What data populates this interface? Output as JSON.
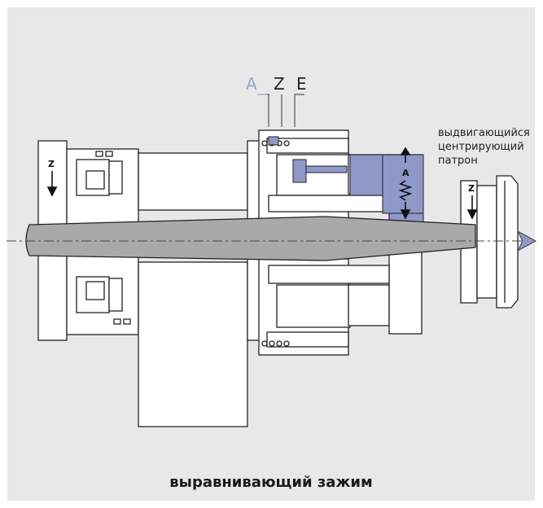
{
  "caption": "выравнивающий зажим",
  "side_label": {
    "line1": "выдвигающийся",
    "line2": "центрирующий",
    "line3": "патрон"
  },
  "top_labels": {
    "a": "A",
    "z": "Z",
    "e": "E"
  },
  "axis_labels": {
    "left_z": "Z",
    "right_z": "Z",
    "a": "A"
  },
  "colors": {
    "background": "#e8e8e8",
    "line": "#222222",
    "shaft": "#a9a9a9",
    "accent": "#8f98c8",
    "label_a": "#9aa4d0",
    "arrow": "#8f98c8"
  }
}
